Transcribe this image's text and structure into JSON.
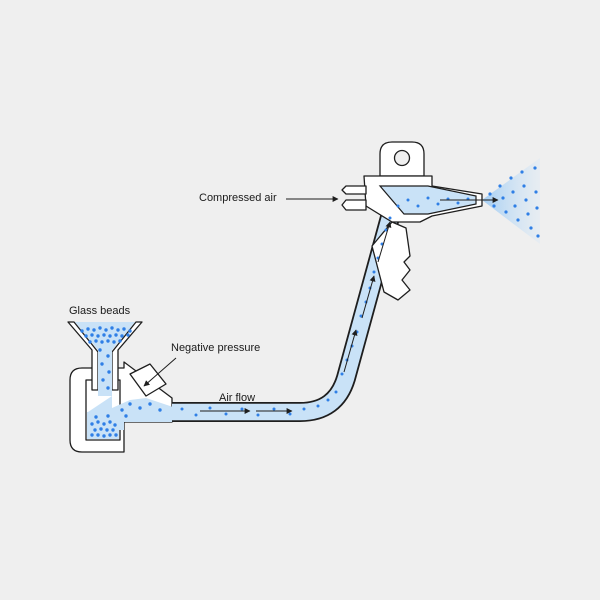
{
  "labels": {
    "glass_beads": "Glass beads",
    "negative_pressure": "Negative pressure",
    "air_flow": "Air flow",
    "compressed_air": "Compressed air"
  },
  "colors": {
    "background": "#efefef",
    "outline": "#1e1e1e",
    "flow_fill": "#c9e2f7",
    "bead_dot": "#2f7fe6",
    "spray_cone": "#b9d9f6"
  }
}
